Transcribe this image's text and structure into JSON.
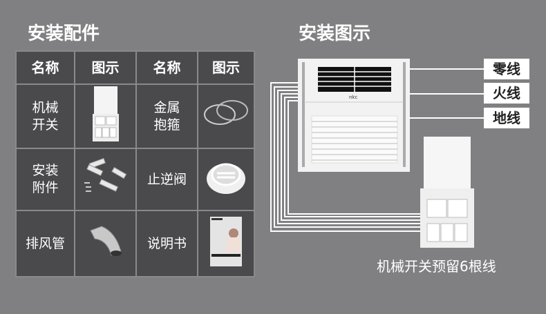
{
  "left_title": "安装配件",
  "right_title": "安装图示",
  "table": {
    "headers": [
      "名称",
      "图示",
      "名称",
      "图示"
    ],
    "rows": [
      {
        "name1": "机械开关",
        "icon1": "mechanical-switch-image",
        "name2": "金属抱箍",
        "icon2": "metal-clamp-image"
      },
      {
        "name1": "安装附件",
        "icon1": "mounting-brackets-image",
        "name2": "止逆阀",
        "icon2": "check-valve-image"
      },
      {
        "name1": "排风管",
        "icon1": "exhaust-duct-image",
        "name2": "说明书",
        "icon2": "manual-image"
      }
    ]
  },
  "wire_labels": [
    "零线",
    "火线",
    "地线"
  ],
  "caption": "机械开关预留6根线"
}
